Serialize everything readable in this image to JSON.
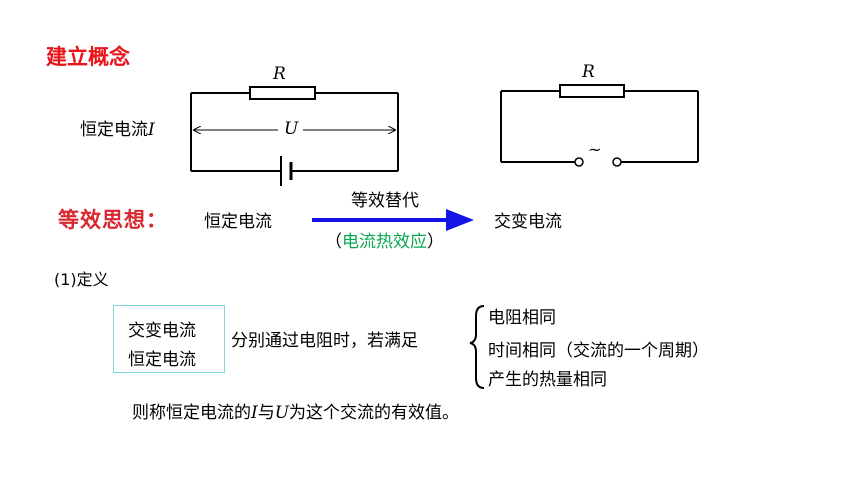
{
  "title": "建立概念",
  "left_circuit": {
    "resistor_label": "R",
    "current_label": "恒定电流",
    "current_symbol": "I",
    "voltage_label": "U"
  },
  "right_circuit": {
    "resistor_label": "R",
    "ac_symbol": "~"
  },
  "equivalence": {
    "heading": "等效思想：",
    "left_term": "恒定电流",
    "arrow_top": "等效替代",
    "arrow_bottom_open": "（",
    "arrow_bottom": "电流热效应",
    "arrow_bottom_close": "）",
    "right_term": "交变电流"
  },
  "definition": {
    "heading": "(1)定义",
    "box_line1": "交变电流",
    "box_line2": "恒定电流",
    "middle_text": "分别通过电阻时，若满足",
    "conditions": [
      "电阻相同",
      "时间相同（交流的一个周期）",
      "产生的热量相同"
    ],
    "conclusion_prefix": "则称恒定电流的",
    "conclusion_I": "I",
    "conclusion_and": "与",
    "conclusion_U": "U",
    "conclusion_suffix": "为这个交流的有效值。"
  },
  "colors": {
    "title": "#e8141c",
    "heading": "#d9272e",
    "arrow": "#1414e6",
    "highlight": "#0aa84f",
    "box_border": "#7fd6dc"
  }
}
